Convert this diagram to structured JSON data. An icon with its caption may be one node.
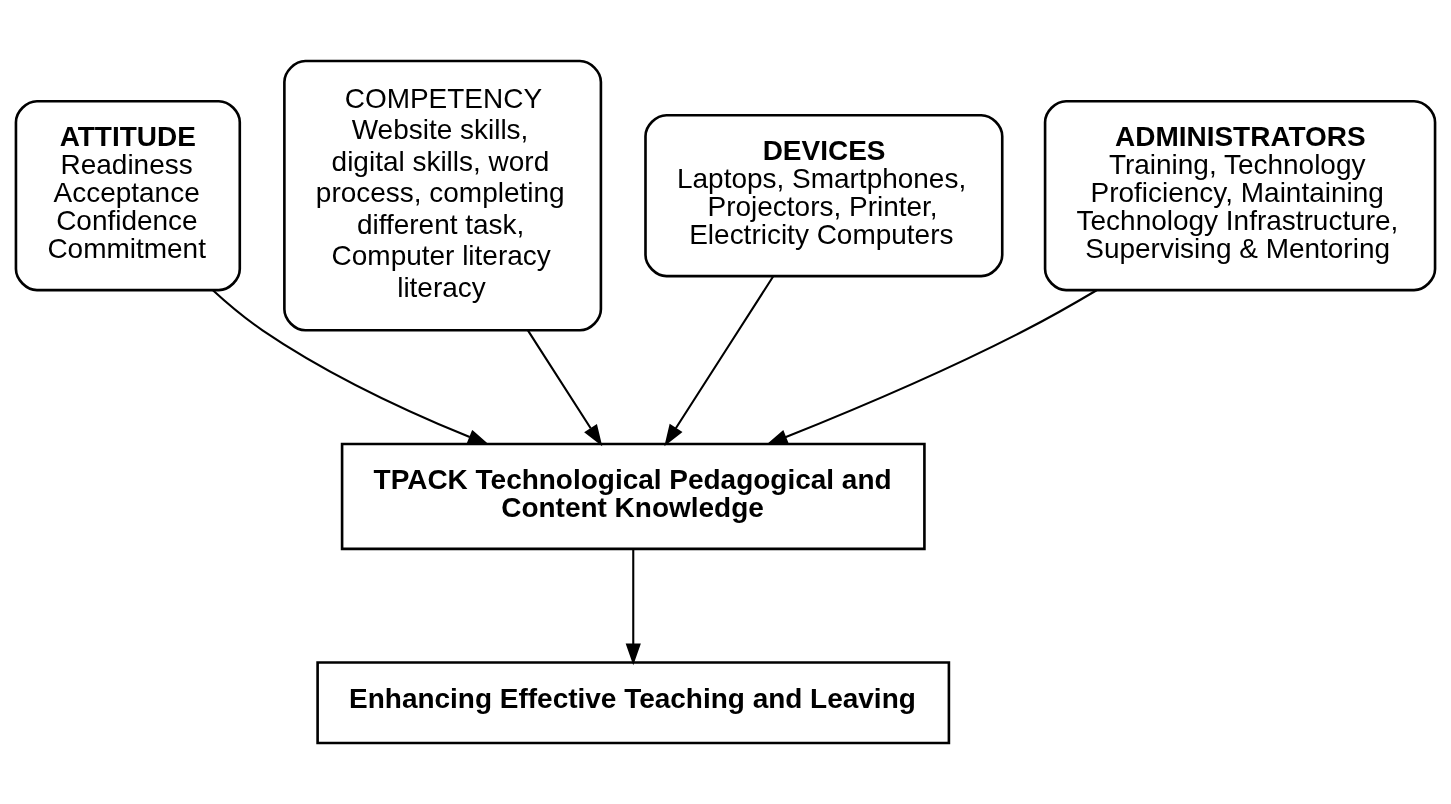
{
  "diagram": {
    "nodes": [
      {
        "text": [
          "ATTITUDE",
          "Readiness",
          "Acceptance",
          "Confidence",
          "Commitment"
        ]
      },
      {
        "text": [
          "COMPETENCY",
          "Website skills, digital skills, word process, completing different task, Computer literacy literacy"
        ]
      },
      {
        "text": [
          "DEVICES",
          "Laptops, Smartphones, Projectors, Printer, Electricity Computers"
        ]
      },
      {
        "text": [
          "ADMINISTRATORS",
          "Training, Technology Proficiency, Maintaining Technology Infrastructure, Supervising & Mentoring"
        ]
      },
      {
        "text": [
          "TPACK Technological Pedagogical and Content Knowledge"
        ]
      },
      {
        "text": [
          "Enhancing Effective Teaching and Leaving"
        ]
      }
    ],
    "edges": [
      {
        "from": 0,
        "to": 4,
        "arrow": "to"
      },
      {
        "from": 1,
        "to": 4,
        "arrow": "to"
      },
      {
        "from": 2,
        "to": 4,
        "arrow": "to"
      },
      {
        "from": 3,
        "to": 4,
        "arrow": "to"
      },
      {
        "from": 4,
        "to": 5,
        "arrow": "to"
      }
    ]
  }
}
